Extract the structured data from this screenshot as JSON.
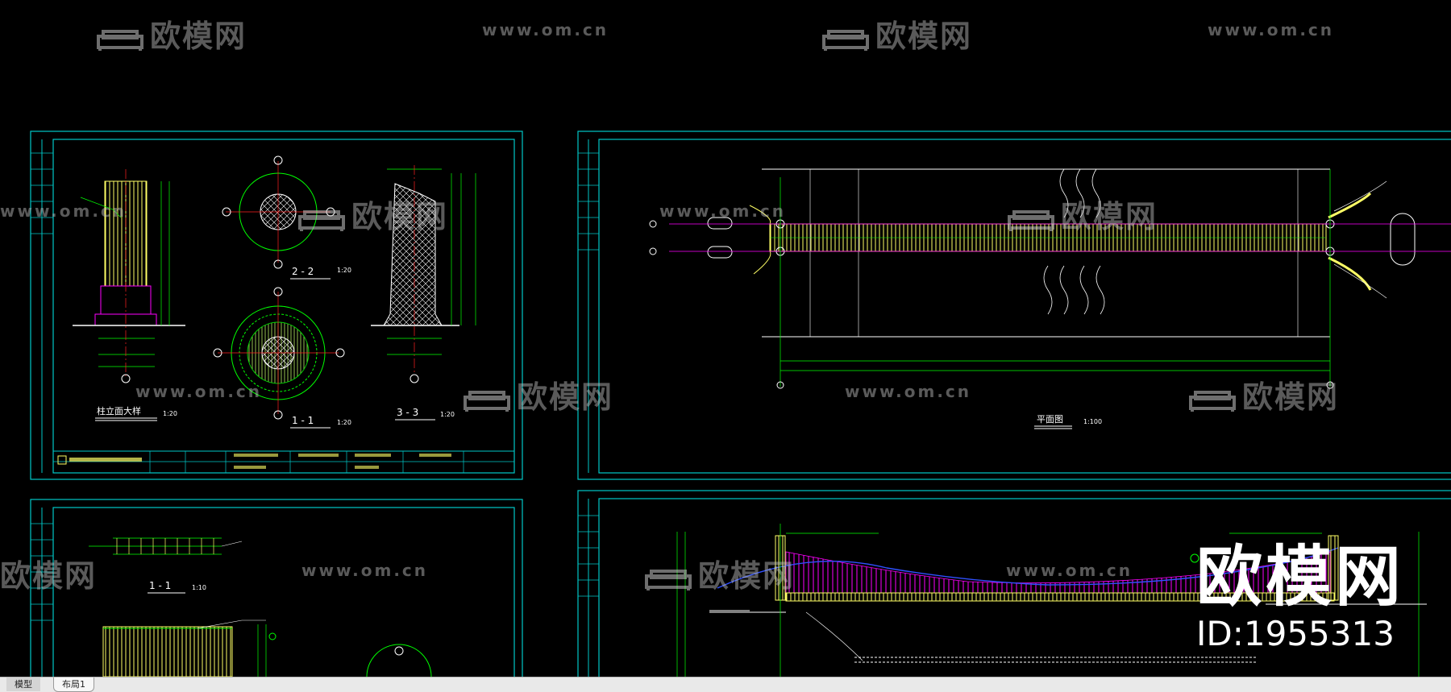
{
  "watermarks": {
    "brand_cn": "欧模网",
    "url": "www.om.cn"
  },
  "branding": {
    "name": "欧模网",
    "id_text": "ID:1955313"
  },
  "drawing_labels": {
    "column_elevation": "柱立面大样",
    "column_elevation_scale": "1:20",
    "section_22": "2 - 2",
    "section_22_scale": "1:20",
    "section_11": "1 - 1",
    "section_11_scale": "1:20",
    "section_33": "3 - 3",
    "section_33_scale": "1:20",
    "plan": "平面图",
    "plan_scale": "1:100",
    "section_11_b": "1 - 1",
    "section_11_b_scale": "1:10"
  },
  "tabs": [
    {
      "label": "模型",
      "active": true
    },
    {
      "label": "布局1",
      "active": false
    }
  ],
  "colors": {
    "background": "#000000",
    "frame": "#00c8c8",
    "green": "#00ff00",
    "yellow": "#ffff66",
    "white": "#ffffff",
    "magenta": "#ff00ff",
    "red": "#ff2020",
    "blue": "#3050ff"
  }
}
